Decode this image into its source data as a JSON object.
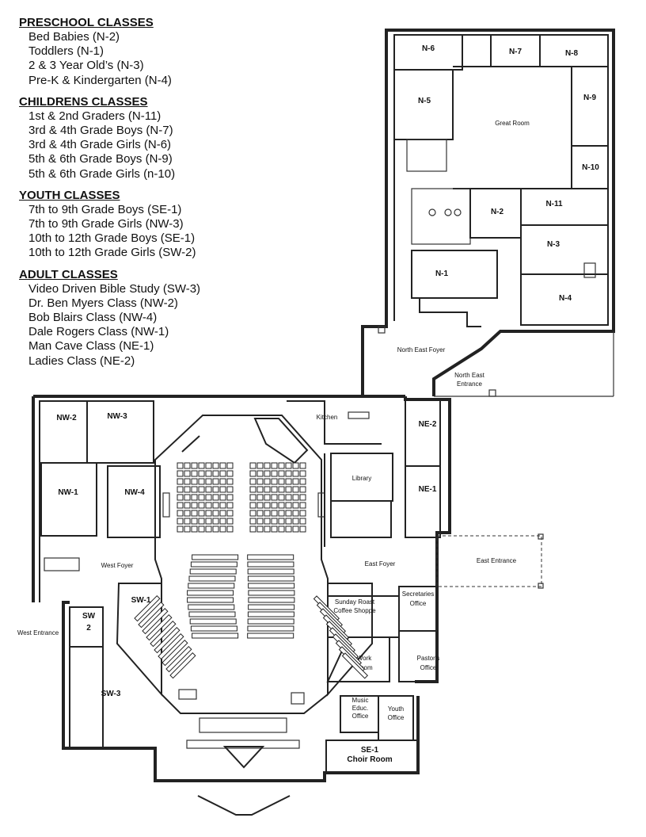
{
  "legend": [
    {
      "heading": "PRESCHOOL CLASSES",
      "items": [
        "Bed Babies (N-2)",
        "Toddlers (N-1)",
        "2 & 3 Year Old’s (N-3)",
        "Pre-K & Kindergarten (N-4)"
      ]
    },
    {
      "heading": "CHILDRENS CLASSES",
      "items": [
        "1st & 2nd Graders (N-11)",
        "3rd & 4th Grade Boys (N-7)",
        "3rd & 4th Grade Girls (N-6)",
        "5th & 6th Grade Boys (N-9)",
        "5th & 6th Grade Girls (n-10)"
      ]
    },
    {
      "heading": "YOUTH CLASSES",
      "items": [
        "7th to 9th Grade Boys (SE-1)",
        "7th to 9th Grade Girls (NW-3)",
        "10th to 12th Grade Boys (SE-1)",
        "10th to 12th Grade Girls (SW-2)"
      ]
    },
    {
      "heading": "ADULT CLASSES",
      "items": [
        "Video Driven Bible Study (SW-3)",
        "Dr. Ben Myers Class (NW-2)",
        "Bob Blairs Class (NW-4)",
        "Dale Rogers Class (NW-1)",
        "Man Cave Class (NE-1)",
        "Ladies Class (NE-2)"
      ]
    }
  ],
  "rooms": {
    "n6": "N-6",
    "n7": "N-7",
    "n8": "N-8",
    "n5": "N-5",
    "n9": "N-9",
    "n10": "N-10",
    "great_room": "Great Room",
    "n2": "N-2",
    "n11": "N-11",
    "n3": "N-3",
    "n1": "N-1",
    "n4": "N-4",
    "north_east_foyer": "North East Foyer",
    "north_east_entrance_1": "North East",
    "north_east_entrance_2": "Entrance",
    "nw2": "NW-2",
    "nw3": "NW-3",
    "nw1": "NW-1",
    "nw4": "NW-4",
    "kitchen": "Kitchen",
    "ne2": "NE-2",
    "ne1": "NE-1",
    "library": "Library",
    "west_foyer": "West Foyer",
    "east_foyer": "East Foyer",
    "east_entrance": "East Entrance",
    "sw1": "SW-1",
    "sw2_a": "SW",
    "sw2_b": "2",
    "west_entrance": "West Entrance",
    "coffee_1": "Sunday Roast",
    "coffee_2": "Coffee Shoppe",
    "secretaries_1": "Secretaries",
    "secretaries_2": "Office",
    "work_1": "Work",
    "work_2": "Room",
    "pastors_1": "Pastor's",
    "pastors_2": "Office",
    "sw3": "SW-3",
    "music_1": "Music",
    "music_2": "Educ.",
    "music_3": "Office",
    "youth_1": "Youth",
    "youth_2": "Office",
    "se1_1": "SE-1",
    "se1_2": "Choir Room"
  }
}
